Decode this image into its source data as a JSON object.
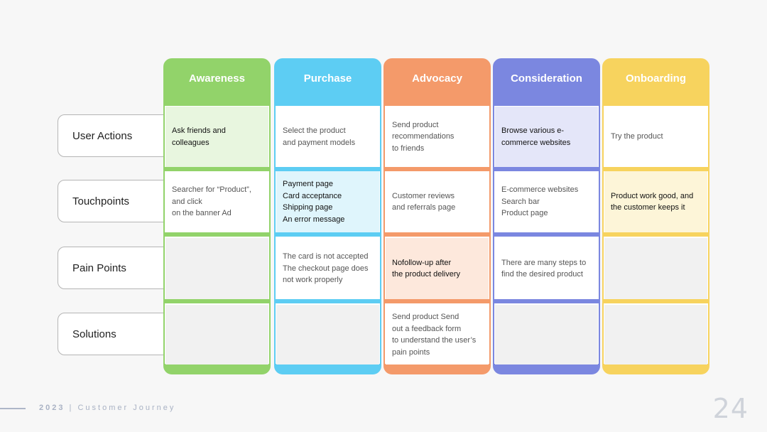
{
  "rows": [
    {
      "label": "User Actions"
    },
    {
      "label": "Touchpoints"
    },
    {
      "label": "Pain Points"
    },
    {
      "label": "Solutions"
    }
  ],
  "columns": [
    {
      "title": "Awareness",
      "color": "#92d36a",
      "tint": "#e8f6df",
      "cells": [
        "Ask friends and colleagues",
        "Searcher for “Product”,\nand click\non the banner Ad",
        "",
        ""
      ]
    },
    {
      "title": "Purchase",
      "color": "#5dcdf3",
      "tint": "#dff5fc",
      "cells": [
        "Select the product\nand payment models",
        "Payment page\nCard acceptance\nShipping page\nAn error message",
        "The card is not accepted\nThe checkout page does\nnot work properly",
        ""
      ]
    },
    {
      "title": "Advocacy",
      "color": "#f49a6a",
      "tint": "#fde8dc",
      "cells": [
        "Send product\nrecommendations\nto friends",
        "Customer reviews\nand referrals page",
        "Nofollow-up after\nthe product delivery",
        "Send product Send\nout a feedback form\nto understand the user’s\npain points"
      ]
    },
    {
      "title": "Consideration",
      "color": "#7b87e0",
      "tint": "#e4e6f9",
      "cells": [
        "Browse various e-\ncommerce websites",
        "E-commerce websites\nSearch bar\nProduct page",
        "There are many steps to\nfind the desired product",
        ""
      ]
    },
    {
      "title": "Onboarding",
      "color": "#f7d35e",
      "tint": "#fdf5d8",
      "cells": [
        "Try the product",
        "Product work good, and\nthe customer keeps it",
        "",
        ""
      ]
    }
  ],
  "footer": {
    "year": "2023",
    "separator": "|",
    "title": "Customer Journey"
  },
  "page_number": "24"
}
